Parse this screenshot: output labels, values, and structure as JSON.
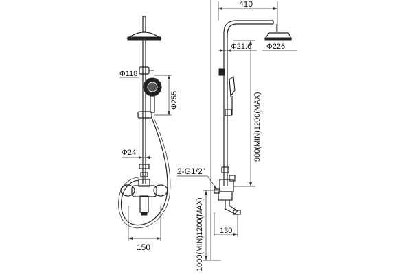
{
  "labels": {
    "head_dia_front": "Φ118",
    "hand_shower_height": "Φ255",
    "pipe_dia": "Φ24",
    "spout_reach": "150",
    "overall_width": "410",
    "pipe_dia_side": "Φ21.6",
    "head_dia_side": "Φ226",
    "riser_height": "900(MIN)1200(MAX)",
    "inlet": "2-G1/2\"",
    "mount_height": "1000(MIN)1200(MAX)",
    "spout_offset": "130"
  }
}
